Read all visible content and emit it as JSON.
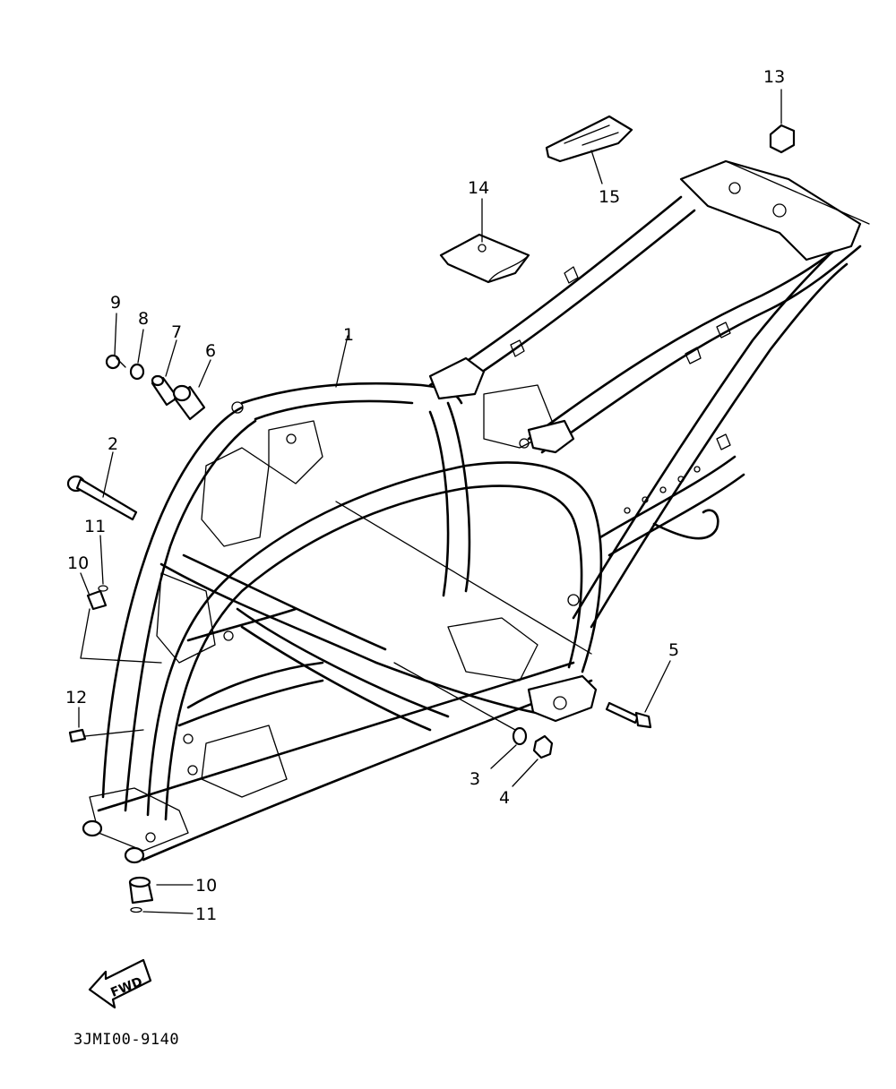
{
  "diagram": {
    "drawing_code": "3JMI00-9140",
    "direction_arrow_text": "FWD",
    "callouts": [
      {
        "id": "c1",
        "text": "1"
      },
      {
        "id": "c2",
        "text": "2"
      },
      {
        "id": "c3",
        "text": "3"
      },
      {
        "id": "c4",
        "text": "4"
      },
      {
        "id": "c5",
        "text": "5"
      },
      {
        "id": "c6",
        "text": "6"
      },
      {
        "id": "c7",
        "text": "7"
      },
      {
        "id": "c8",
        "text": "8"
      },
      {
        "id": "c9",
        "text": "9"
      },
      {
        "id": "c10a",
        "text": "10"
      },
      {
        "id": "c10b",
        "text": "10"
      },
      {
        "id": "c11a",
        "text": "11"
      },
      {
        "id": "c11b",
        "text": "11"
      },
      {
        "id": "c12",
        "text": "12"
      },
      {
        "id": "c13",
        "text": "13"
      },
      {
        "id": "c14",
        "text": "14"
      },
      {
        "id": "c15",
        "text": "15"
      }
    ]
  }
}
